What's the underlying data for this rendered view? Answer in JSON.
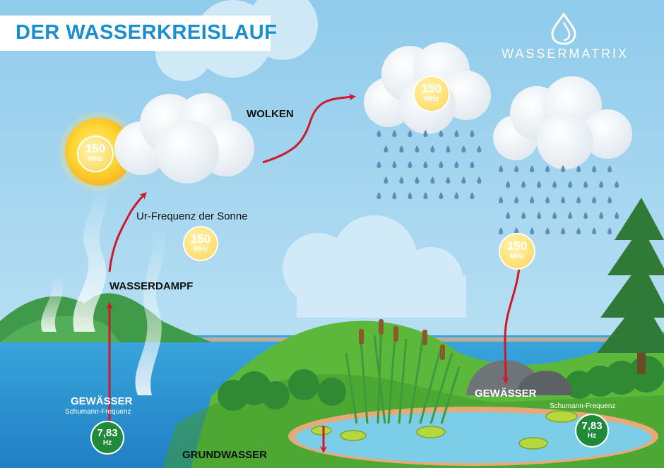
{
  "title": "DER WASSERKREISLAUF",
  "brand": "WASSERMATRIX",
  "labels": {
    "wolken": "WOLKEN",
    "ur_frequenz": "Ur-Frequenz der Sonne",
    "wasserdampf": "WASSERDAMPF",
    "grundwasser": "GRUNDWASSER",
    "gewaesser_left": "GEWÄSSER",
    "schumann_left": "Schumann-Frequenz",
    "gewaesser_right": "GEWÄSSER",
    "schumann_right": "Schumann-Frequenz"
  },
  "badges": {
    "sun": {
      "value": "150",
      "unit": "MHz"
    },
    "middle": {
      "value": "150",
      "unit": "MHz"
    },
    "cloud": {
      "value": "150",
      "unit": "MHz"
    },
    "rain": {
      "value": "150",
      "unit": "MHz"
    }
  },
  "hz_badges": {
    "left": {
      "value": "7,83",
      "unit": "Hz"
    },
    "right": {
      "value": "7,83",
      "unit": "Hz"
    }
  },
  "colors": {
    "sky": "#9fd4ef",
    "title_blue": "#1b8ed1",
    "arrow_red": "#d0182a",
    "grass": "#5cb83a",
    "water": "#6ec6e6",
    "rain_drop": "#5b8fb8"
  },
  "icons": {
    "logo": "water-drop-icon"
  }
}
